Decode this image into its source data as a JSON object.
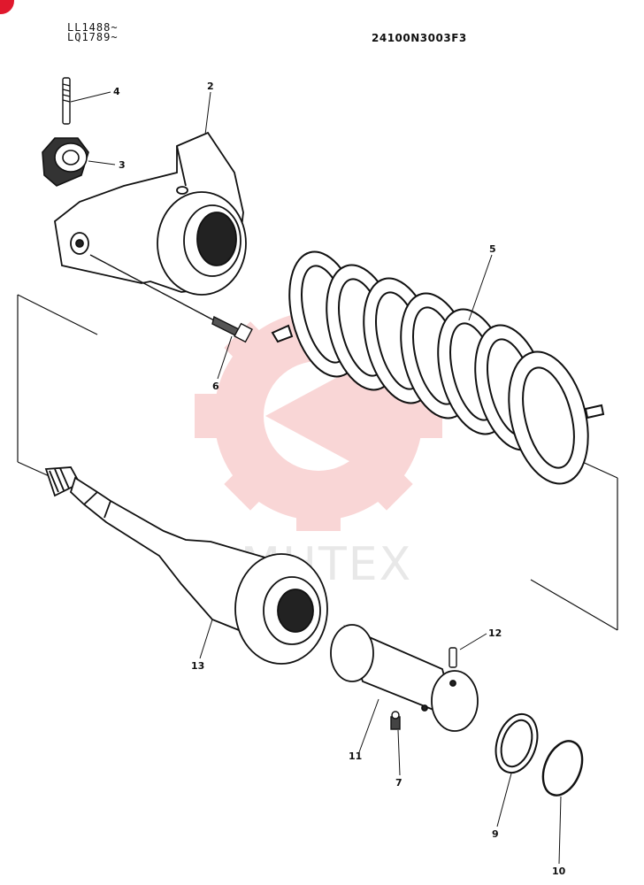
{
  "header": {
    "serial_line1": "LL1488~",
    "serial_line2": "LQ1789~",
    "drawing_number": "24100N3003F3"
  },
  "watermark": {
    "text": "MHTEX",
    "icon": "gear-logo-icon",
    "color": "#f5b5b5"
  },
  "callouts": [
    "2",
    "3",
    "4",
    "5",
    "6",
    "7",
    "9",
    "10",
    "11",
    "12",
    "13"
  ],
  "colors": {
    "line": "#111111",
    "accent": "#e0182d"
  }
}
